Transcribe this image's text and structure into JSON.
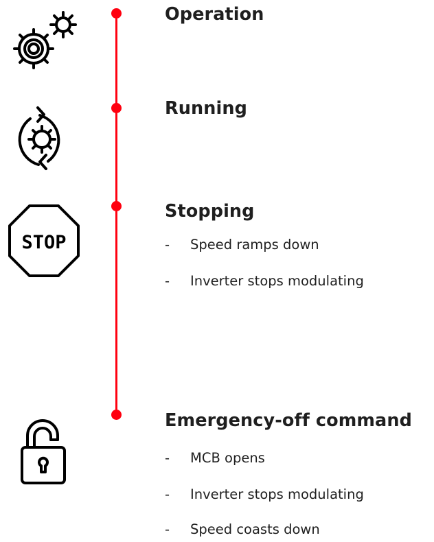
{
  "colors": {
    "accent": "#ff000f",
    "text": "#1f1f1f",
    "icon": "#000000"
  },
  "steps": [
    {
      "icon": "gears-icon",
      "title": "Operation",
      "items": []
    },
    {
      "icon": "rotating-gear-icon",
      "title": "Running",
      "items": []
    },
    {
      "icon": "stop-sign-icon",
      "title": "Stopping",
      "items": [
        "Speed ramps down",
        "Inverter stops modulating"
      ],
      "stop_label": "STOP"
    },
    {
      "icon": "open-padlock-icon",
      "title": "Emergency-off command",
      "items": [
        "MCB opens",
        "Inverter stops modulating",
        "Speed coasts down"
      ]
    }
  ],
  "bullet_marker": "-"
}
